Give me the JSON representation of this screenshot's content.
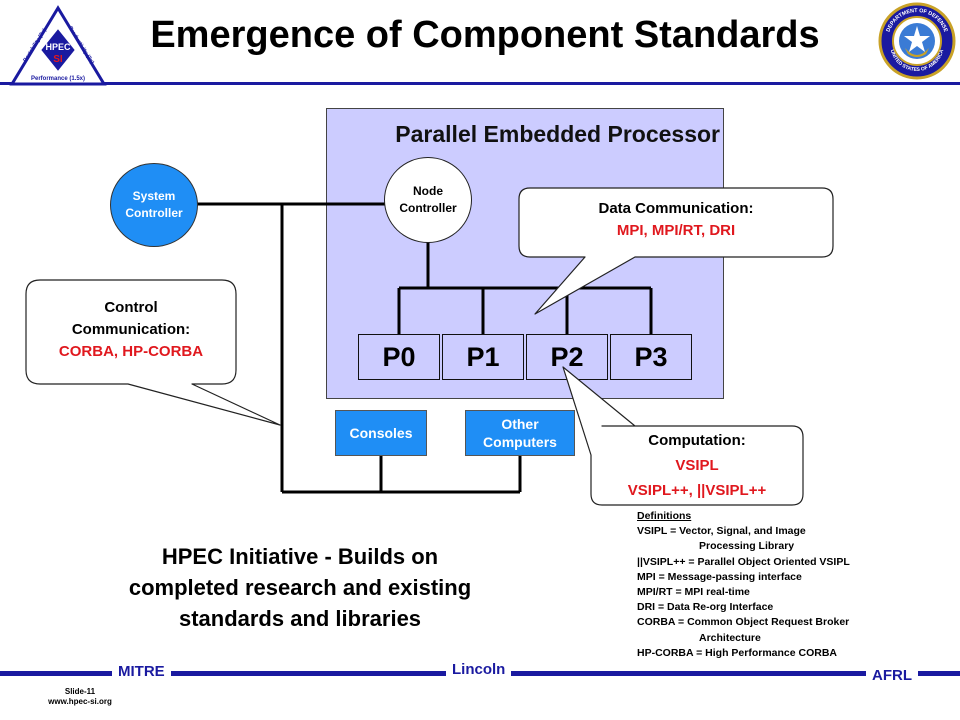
{
  "header": {
    "title": "Emergence of Component Standards",
    "logo_left_text": [
      "Portability (3x)",
      "Productivity (3x)",
      "HPEC",
      "SI",
      "Performance (1.5x)"
    ],
    "seal_right_text": [
      "DEPARTMENT OF DEFENSE",
      "UNITED STATES OF AMERICA"
    ]
  },
  "diagram": {
    "system_controller": "System Controller",
    "ppe_title": "Parallel Embedded Processor",
    "node_controller": "Node Controller",
    "processors": [
      "P0",
      "P1",
      "P2",
      "P3"
    ],
    "consoles": "Consoles",
    "other_computers": "Other Computers",
    "data_comm": {
      "label": "Data Communication:",
      "value": "MPI, MPI/RT, DRI"
    },
    "control_comm": {
      "label_line1": "Control",
      "label_line2": "Communication:",
      "value": "CORBA, HP-CORBA"
    },
    "computation": {
      "label": "Computation:",
      "value_line1": "VSIPL",
      "value_line2": "VSIPL++, ||VSIPL++"
    }
  },
  "definitions": {
    "heading": "Definitions",
    "lines": [
      {
        "text": "VSIPL = Vector, Signal, and Image",
        "indent": false
      },
      {
        "text": "Processing Library",
        "indent": true
      },
      {
        "text": "||VSIPL++ = Parallel Object Oriented VSIPL",
        "indent": false
      },
      {
        "text": "MPI = Message-passing interface",
        "indent": false
      },
      {
        "text": "MPI/RT = MPI real-time",
        "indent": false
      },
      {
        "text": "DRI = Data Re-org Interface",
        "indent": false
      },
      {
        "text": "CORBA = Common Object Request Broker",
        "indent": false
      },
      {
        "text": "Architecture",
        "indent": true
      },
      {
        "text": "HP-CORBA = High Performance CORBA",
        "indent": false
      }
    ]
  },
  "bottom_note": {
    "line1": "HPEC Initiative - Builds on",
    "line2": "completed research and existing",
    "line3": "standards and libraries"
  },
  "footer": {
    "mitre": "MITRE",
    "lincoln": "Lincoln",
    "afrl": "AFRL",
    "slide": "Slide-11",
    "url": "www.hpec-si.org"
  },
  "colors": {
    "accent_blue": "#1a1aa0",
    "component_blue": "#1f8ef5",
    "ppe_fill": "#ccccff",
    "highlight_red": "#e0181e"
  }
}
